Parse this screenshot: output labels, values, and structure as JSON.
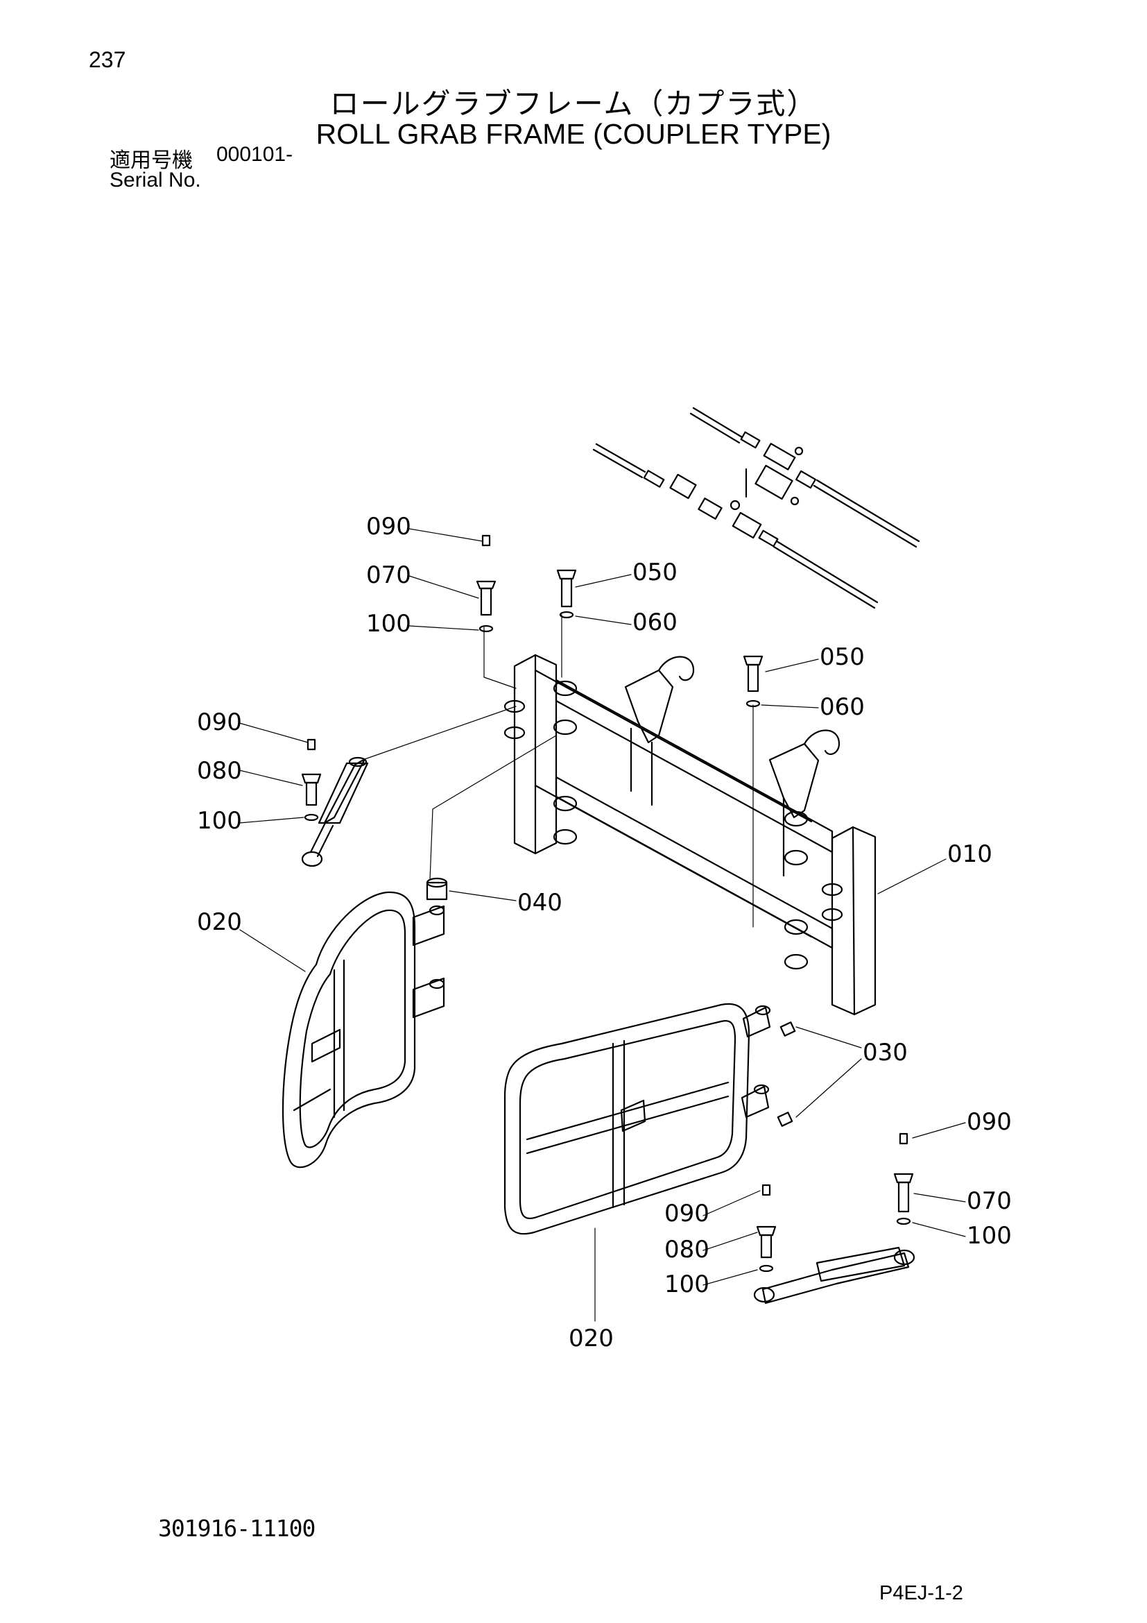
{
  "page": {
    "page_number": "237",
    "title_jp": "ロールグラブフレーム（カプラ式）",
    "title_en": "ROLL GRAB FRAME (COUPLER TYPE)",
    "serial_label_jp": "適用号機",
    "serial_value": "000101-",
    "serial_label_en": "Serial No.",
    "drawing_number": "301916-11100",
    "sheet_code": "P4EJ-1-2"
  },
  "callouts": [
    {
      "id": "c1",
      "label": "090"
    },
    {
      "id": "c2",
      "label": "070"
    },
    {
      "id": "c3",
      "label": "100"
    },
    {
      "id": "c4",
      "label": "050"
    },
    {
      "id": "c5",
      "label": "060"
    },
    {
      "id": "c6",
      "label": "050"
    },
    {
      "id": "c7",
      "label": "060"
    },
    {
      "id": "c8",
      "label": "090"
    },
    {
      "id": "c9",
      "label": "080"
    },
    {
      "id": "c10",
      "label": "100"
    },
    {
      "id": "c11",
      "label": "010"
    },
    {
      "id": "c12",
      "label": "040"
    },
    {
      "id": "c13",
      "label": "020"
    },
    {
      "id": "c14",
      "label": "030"
    },
    {
      "id": "c15",
      "label": "090"
    },
    {
      "id": "c16",
      "label": "070"
    },
    {
      "id": "c17",
      "label": "100"
    },
    {
      "id": "c18",
      "label": "090"
    },
    {
      "id": "c19",
      "label": "080"
    },
    {
      "id": "c20",
      "label": "100"
    },
    {
      "id": "c21",
      "label": "020"
    }
  ]
}
